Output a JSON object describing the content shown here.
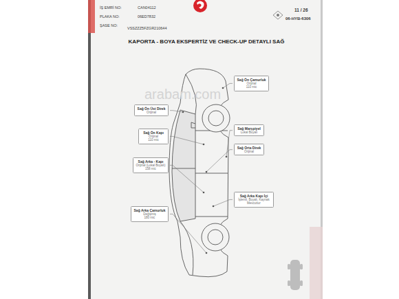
{
  "diagram": {
    "title": "KAPORTA - BOYA EKSPERTİZ VE CHECK-UP DETAYLI SAĞ",
    "nodes": [
      {
        "text": [
          "Sağ Ön Çamurluk",
          "Orijinal",
          "110 mic"
        ]
      },
      {
        "text": [
          "Sağ Ön Üst Direk",
          "Orijinal"
        ]
      },
      {
        "text": [
          "Sağ Marşpiyel",
          "Lokal Boyalı"
        ]
      },
      {
        "text": [
          "Sağ Ön Kapı",
          "Orijinal",
          "110 mic"
        ]
      },
      {
        "text": [
          "Sağ Orta Direk",
          "Orijinal"
        ]
      },
      {
        "text": [
          "Sağ Arka - Kapı",
          "Orijinal (Lokal Boyalı)",
          "158 mic"
        ]
      },
      {
        "text": [
          "Sağ Arka Kapı İçi",
          "İşlemli, Boyalı, Kaynak Mevcuttur"
        ]
      },
      {
        "text": [
          "Sağ Arka Çamurluk",
          "Değişmiş",
          "180 mic"
        ]
      }
    ],
    "labels": [
      "İŞ EMRİ NO:",
      "CAN04112",
      "PLAKA NO:",
      "06ED7832",
      "ŞASE NO:",
      "VSSZZZ5FZGR210644",
      "11 / 26",
      "06-HYB-6306",
      "arabam.com"
    ]
  }
}
